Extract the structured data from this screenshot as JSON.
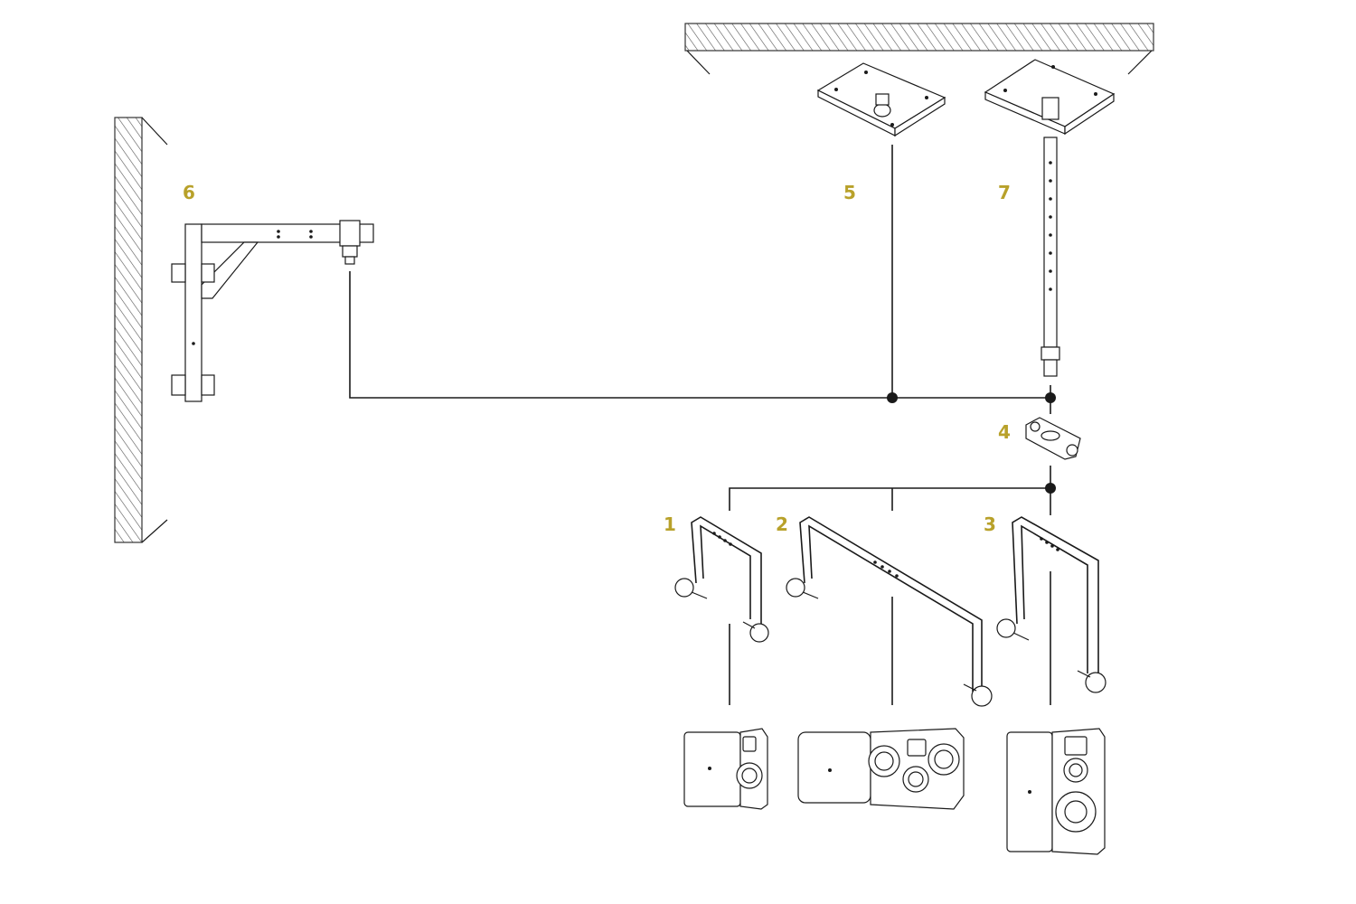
{
  "diagram": {
    "accent_color": "#b8a12a",
    "line_color": "#1a1a1a",
    "labels": {
      "wall_bracket": "6",
      "ceiling_plate": "5",
      "ceiling_pole": "7",
      "adapter": "4",
      "bracket_small": "1",
      "bracket_wide": "2",
      "bracket_large": "3"
    }
  }
}
